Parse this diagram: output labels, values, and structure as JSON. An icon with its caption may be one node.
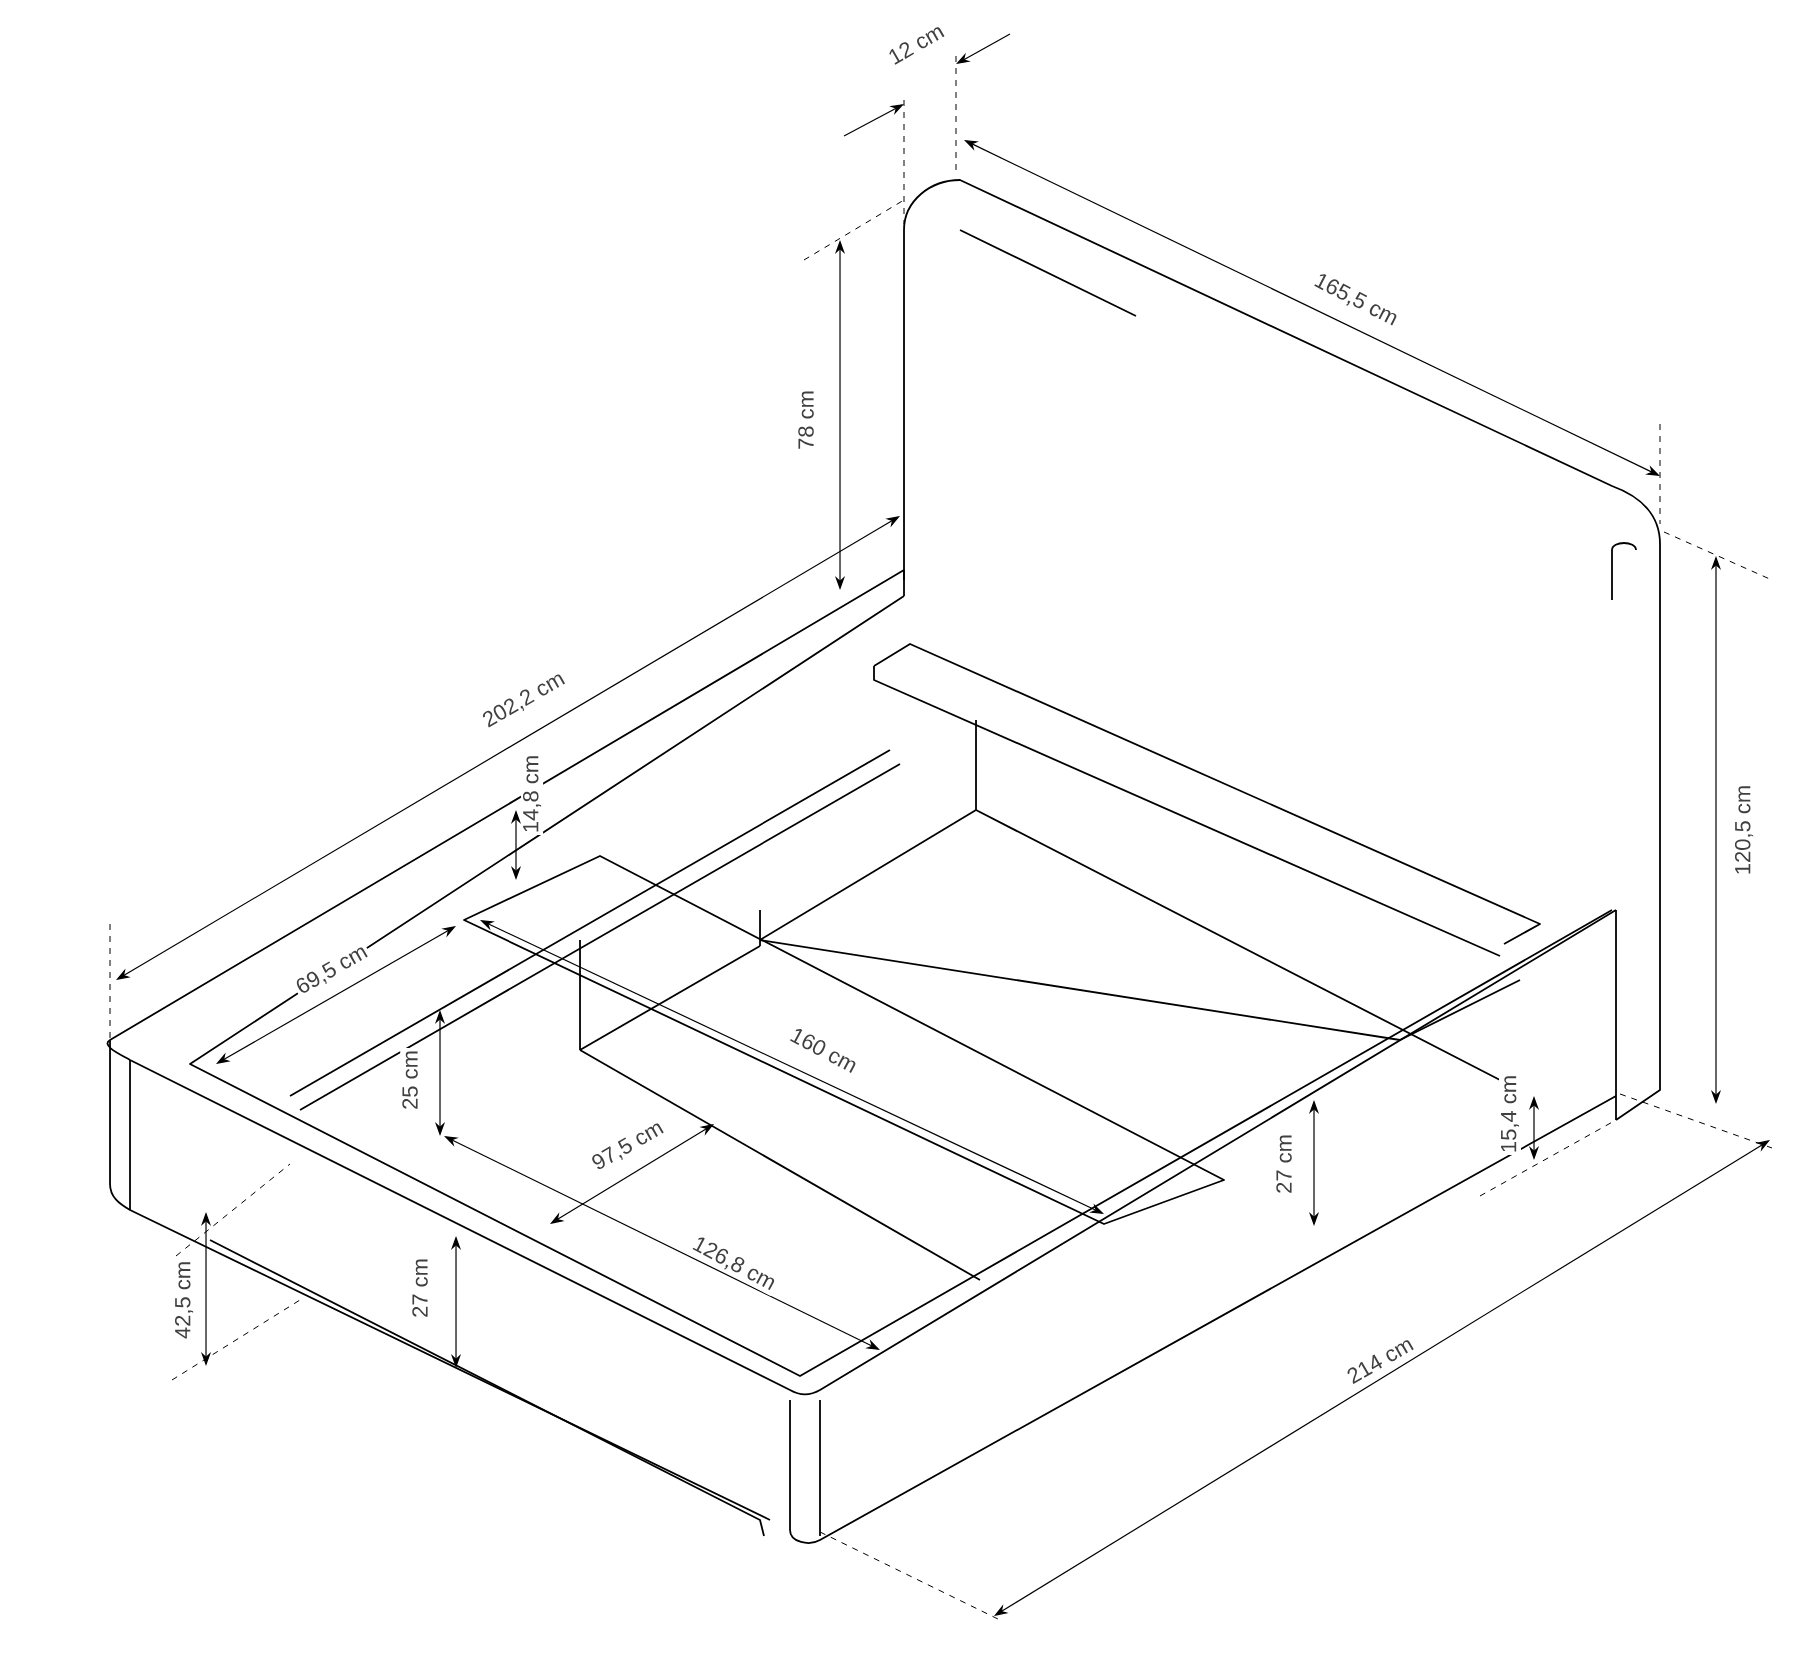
{
  "diagram": {
    "labels": [
      "12 cm",
      "165,5 cm",
      "78 cm",
      "120,5 cm",
      "202,2 cm",
      "14,8 cm",
      "69,5 cm",
      "160 cm",
      "25 cm",
      "97,5 cm",
      "15,4 cm",
      "27 cm",
      "126,8 cm",
      "42,5 cm",
      "27 cm",
      "214 cm"
    ]
  }
}
